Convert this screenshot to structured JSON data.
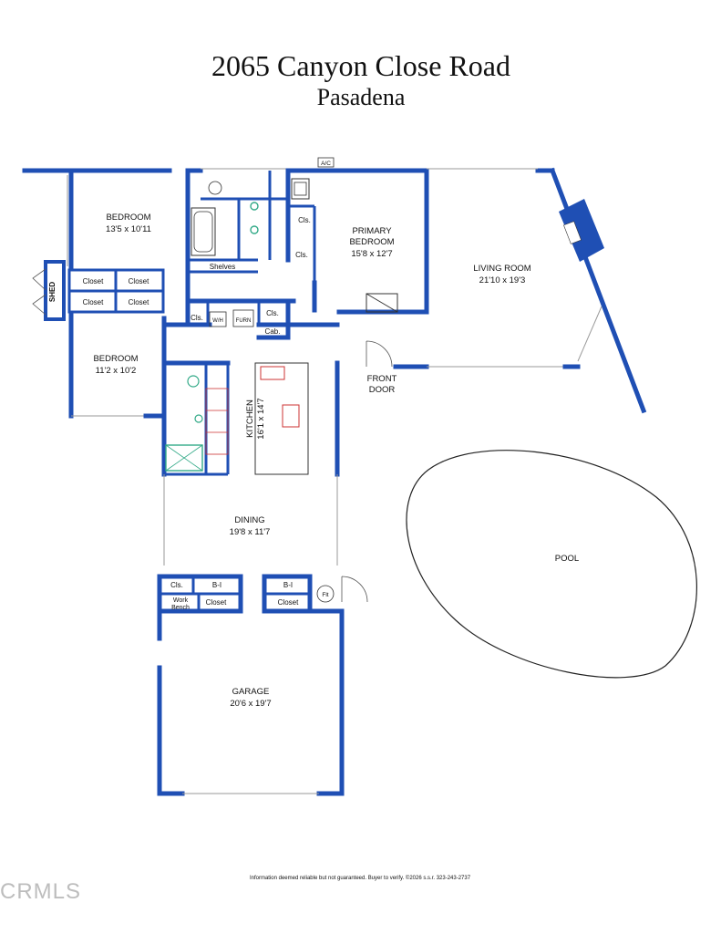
{
  "header": {
    "title": "2065 Canyon Close Road",
    "subtitle": "Pasadena"
  },
  "rooms": {
    "bedroom1": {
      "name": "BEDROOM",
      "size": "13'5 x 10'11"
    },
    "bedroom2": {
      "name": "BEDROOM",
      "size": "11'2 x 10'2"
    },
    "primary": {
      "name1": "PRIMARY",
      "name2": "BEDROOM",
      "size": "15'8 x 12'7"
    },
    "living": {
      "name": "LIVING ROOM",
      "size": "21'10 x 19'3"
    },
    "kitchen": {
      "name": "KITCHEN",
      "size": "16'1 x 14'7"
    },
    "dining": {
      "name": "DINING",
      "size": "19'8 x 11'7"
    },
    "garage": {
      "name": "GARAGE",
      "size": "20'6 x 19'7"
    },
    "pool": {
      "name": "POOL"
    },
    "front_door": {
      "line1": "FRONT",
      "line2": "DOOR"
    },
    "shed": {
      "name": "SHED"
    }
  },
  "small_labels": {
    "ac": "A/C",
    "closet": "Closet",
    "cls": "Cls.",
    "shelves": "Shelves",
    "wh": "W/H",
    "furn": "FURN",
    "cab": "Cab.",
    "bi": "B-I",
    "work1": "Work",
    "work2": "Bench",
    "flt": "Flt"
  },
  "footer": {
    "disclaimer": "Information deemed reliable but not guaranteed. Buyer to verify. ©2026 s.s.r. 323-243-2737",
    "watermark": "CRMLS"
  },
  "colors": {
    "wall": "#1f4fb4",
    "text": "#111111"
  }
}
